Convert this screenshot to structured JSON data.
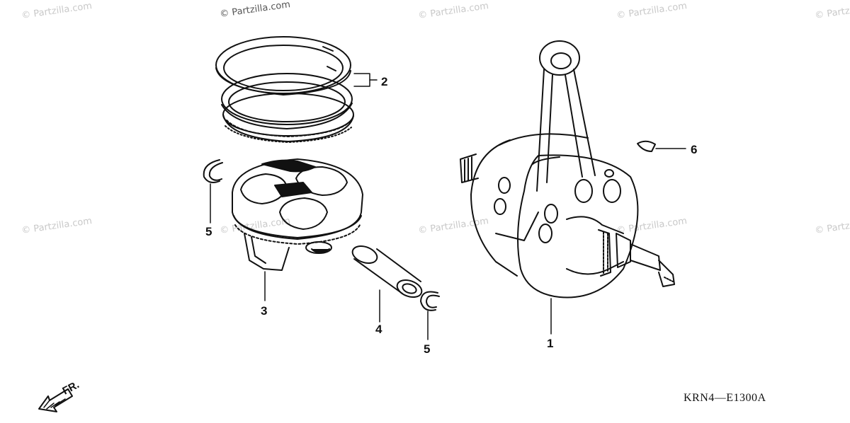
{
  "watermark": "© Partzilla.com",
  "callouts": {
    "crankshaft": "1",
    "piston_ring_set": "2",
    "piston": "3",
    "piston_pin": "4",
    "pin_clip_left": "5",
    "pin_clip_right": "5",
    "woodruff_key": "6"
  },
  "diagram_code": "KRN4—E1300A",
  "front_indicator": "FR."
}
